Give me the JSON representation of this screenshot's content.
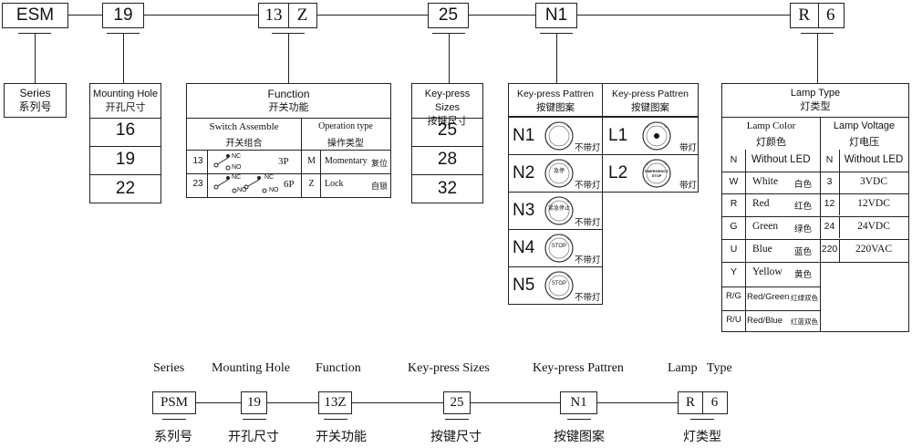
{
  "top_chain": {
    "esm": "ESM",
    "hole": "19",
    "func_a": "13",
    "func_b": "Z",
    "size": "25",
    "pattern": "N1",
    "lamp_a": "R",
    "lamp_b": "6"
  },
  "series": {
    "title": "Series",
    "cn": "系列号"
  },
  "mounting": {
    "title": "Mounting Hole",
    "cn": "开孔尺寸",
    "options": [
      "16",
      "19",
      "22"
    ]
  },
  "function": {
    "title": "Function",
    "cn": "开关功能",
    "switch_title": "Switch  Assemble",
    "switch_cn": "开关组合",
    "op_title": "Operation type",
    "op_cn": "操作类型",
    "rows": [
      {
        "code": "13",
        "nc": "NC",
        "no": "NO",
        "poles": "3P",
        "op_code": "M",
        "op_en": "Momentary",
        "op_cn": "复位"
      },
      {
        "code": "23",
        "nc": "NC",
        "no": "NO",
        "nc2": "NC",
        "no2": "NO",
        "poles": "6P",
        "op_code": "Z",
        "op_en": "Lock",
        "op_cn": "自锁"
      }
    ]
  },
  "keysize": {
    "title": "Key-press Sizes",
    "cn": "按键尺寸",
    "options": [
      "25",
      "28",
      "32"
    ]
  },
  "pattern": {
    "col1_title": "Key-press Pattren",
    "col1_cn": "按键图案",
    "col2_title": "Key-press Pattren",
    "col2_cn": "按键图案",
    "no_lamp": "不带灯",
    "with_lamp": "带灯",
    "n_items": [
      {
        "code": "N1",
        "face": ""
      },
      {
        "code": "N2",
        "face": "急停"
      },
      {
        "code": "N3",
        "face": "紧急停止"
      },
      {
        "code": "N4",
        "face": "STOP"
      },
      {
        "code": "N5",
        "face": "STOP"
      }
    ],
    "l_items": [
      {
        "code": "L1",
        "face": ""
      },
      {
        "code": "L2",
        "face": "EMERGENCY STOP"
      }
    ]
  },
  "lamp": {
    "title": "Lamp   Type",
    "cn": "灯类型",
    "color_title": "Lamp  Color",
    "color_cn": "灯颜色",
    "volt_title": "Lamp Voltage",
    "volt_cn": "灯电压",
    "colors": [
      {
        "code": "N",
        "en": "Without LED",
        "cn": ""
      },
      {
        "code": "W",
        "en": "White",
        "cn": "白色"
      },
      {
        "code": "R",
        "en": "Red",
        "cn": "红色"
      },
      {
        "code": "G",
        "en": "Green",
        "cn": "绿色"
      },
      {
        "code": "U",
        "en": "Blue",
        "cn": "蓝色"
      },
      {
        "code": "Y",
        "en": "Yellow",
        "cn": "黄色"
      },
      {
        "code": "R/G",
        "en": "Red/Green",
        "cn": "红绿双色"
      },
      {
        "code": "R/U",
        "en": "Red/Blue",
        "cn": "红蓝双色"
      }
    ],
    "volts": [
      {
        "code": "N",
        "val": "Without LED"
      },
      {
        "code": "3",
        "val": "3VDC"
      },
      {
        "code": "12",
        "val": "12VDC"
      },
      {
        "code": "24",
        "val": "24VDC"
      },
      {
        "code": "220",
        "val": "220VAC"
      }
    ]
  },
  "bottom": {
    "labels": [
      "Series",
      "Mounting Hole",
      "Function",
      "Key-press Sizes",
      "Key-press Pattren",
      "Lamp   Type"
    ],
    "boxes": [
      "PSM",
      "19",
      "13Z",
      "25",
      "N1",
      "R",
      "6"
    ],
    "cn": [
      "系列号",
      "开孔尺寸",
      "开关功能",
      "按键尺寸",
      "按键图案",
      "灯类型"
    ]
  }
}
